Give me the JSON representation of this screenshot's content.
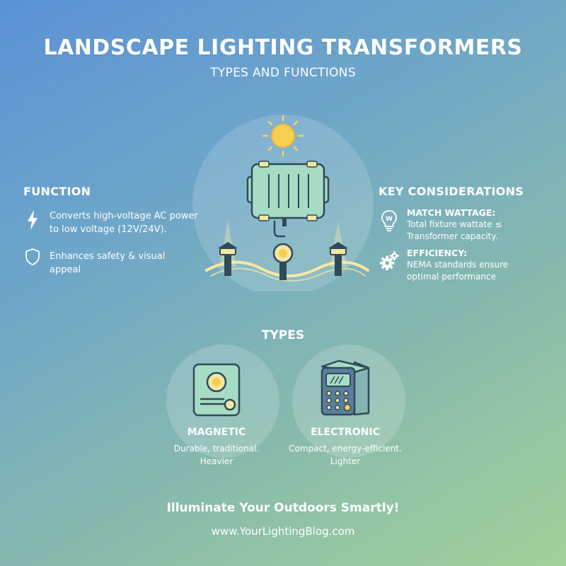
{
  "header": {
    "title": "LANDSCAPE LIGHTING TRANSFORMERS",
    "subtitle": "TYPES AND FUNCTIONS"
  },
  "function": {
    "heading": "FUNCTION",
    "items": [
      {
        "icon": "lightning-bolt-icon",
        "text": "Converts high-voltage AC power to low voltage (12V/24V)."
      },
      {
        "icon": "shield-icon",
        "text": "Enhances safety & visual appeal"
      }
    ]
  },
  "key_considerations": {
    "heading": "KEY CONSIDERATIONS",
    "items": [
      {
        "icon": "lightbulb-watt-icon",
        "title": "MATCH WATTAGE:",
        "text": "Total fixture wattate ≤ Transformer capacity."
      },
      {
        "icon": "gears-icon",
        "title": "EFFICIENCY:",
        "text": "NEMA standards ensure optimal performance"
      }
    ]
  },
  "types": {
    "heading": "TYPES",
    "items": [
      {
        "icon": "magnetic-transformer-icon",
        "title": "MAGNETIC",
        "line1": "Durable, traditional.",
        "line2": "Heavier"
      },
      {
        "icon": "electronic-transformer-icon",
        "title": "ELECTRONIC",
        "line1": "Compact, energy-efficient.",
        "line2": "Lighter"
      }
    ]
  },
  "footer": {
    "tagline": "Illuminate Your Outdoors Smartly!",
    "website": "www.YourLightingBlog.com"
  },
  "colors": {
    "sun": "#f7cf4f",
    "transformer_body": "#a7dcc4",
    "outline": "#2f4a5a",
    "glow": "#f8eeb0"
  }
}
